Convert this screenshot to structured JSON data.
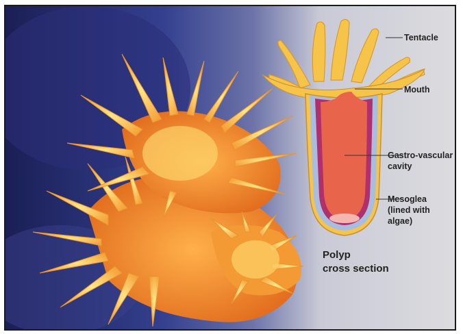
{
  "diagram": {
    "labels": {
      "tentacle": "Tentacle",
      "mouth": "Mouth",
      "gastro_line1": "Gastro-vascular",
      "gastro_line2": "cavity",
      "mesoglea_line1": "Mesoglea",
      "mesoglea_line2": "(lined with",
      "mesoglea_line3": "algae)"
    },
    "caption": {
      "line1": "Polyp",
      "line2": "cross section"
    },
    "colors": {
      "ocean_dark": "#1f2360",
      "ocean_blue": "#3a44a0",
      "coral_orange": "#f08a2a",
      "tentacle_yellow": "#f7c44a",
      "cavity_red": "#e8644a",
      "mesoglea_blue": "#a9bedf",
      "wall_magenta": "#b0306e"
    }
  }
}
